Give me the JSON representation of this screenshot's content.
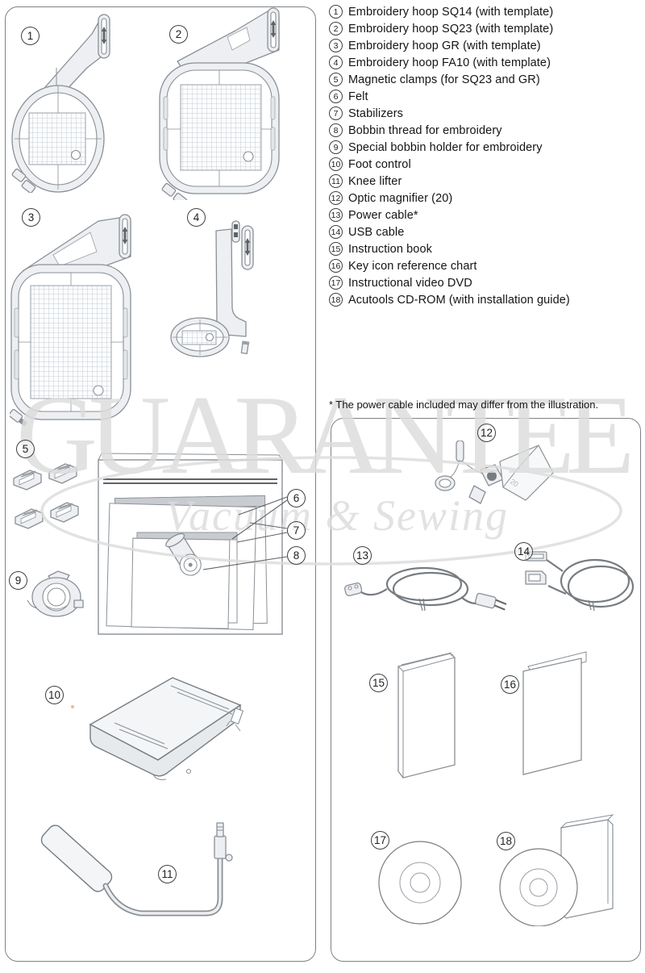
{
  "checklist": {
    "items": [
      {
        "num": "1",
        "label": "Embroidery hoop SQ14 (with template)"
      },
      {
        "num": "2",
        "label": "Embroidery hoop SQ23 (with template)"
      },
      {
        "num": "3",
        "label": "Embroidery hoop GR (with template)"
      },
      {
        "num": "4",
        "label": "Embroidery hoop FA10 (with template)"
      },
      {
        "num": "5",
        "label": "Magnetic clamps (for SQ23 and GR)"
      },
      {
        "num": "6",
        "label": "Felt"
      },
      {
        "num": "7",
        "label": "Stabilizers"
      },
      {
        "num": "8",
        "label": "Bobbin thread for embroidery"
      },
      {
        "num": "9",
        "label": "Special bobbin holder for embroidery"
      },
      {
        "num": "10",
        "label": "Foot control"
      },
      {
        "num": "11",
        "label": "Knee lifter"
      },
      {
        "num": "12",
        "label": "Optic magnifier (20)"
      },
      {
        "num": "13",
        "label": "Power cable*"
      },
      {
        "num": "14",
        "label": "USB cable"
      },
      {
        "num": "15",
        "label": "Instruction book"
      },
      {
        "num": "16",
        "label": "Key icon reference chart"
      },
      {
        "num": "17",
        "label": "Instructional video DVD"
      },
      {
        "num": "18",
        "label": "Acutools CD-ROM (with installation guide)"
      }
    ]
  },
  "note": "* The power cable included may differ from the illustration.",
  "watermark": {
    "line1": "GUARANTEE",
    "line2": "Vacuum & Sewing"
  },
  "figures": {
    "magnifier_marking": "20"
  },
  "colors": {
    "line_art_stroke": "#8a9096",
    "line_art_fill": "#edeff2",
    "panel_border": "#7d8287",
    "watermark_gray": "#dcdcdc",
    "text": "#141414",
    "grid_line": "#b9c0c8",
    "sheet_strip_gray": "#c8ccd1"
  }
}
